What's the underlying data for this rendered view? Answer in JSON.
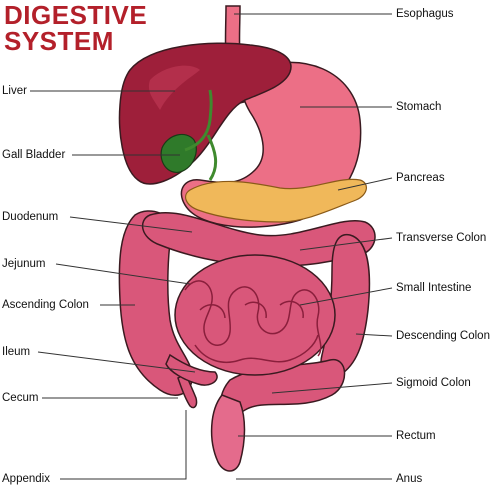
{
  "title": {
    "line1": "DIGESTIVE",
    "line2": "SYSTEM"
  },
  "labels": {
    "esophagus": "Esophagus",
    "liver": "Liver",
    "stomach": "Stomach",
    "gall_bladder": "Gall Bladder",
    "pancreas": "Pancreas",
    "duodenum": "Duodenum",
    "transverse_colon": "Transverse Colon",
    "jejunum": "Jejunum",
    "small_intestine": "Small Intestine",
    "ascending_colon": "Ascending Colon",
    "descending_colon": "Descending Colon",
    "ileum": "Ileum",
    "sigmoid_colon": "Sigmoid Colon",
    "cecum": "Cecum",
    "rectum": "Rectum",
    "appendix": "Appendix",
    "anus": "Anus"
  },
  "colors": {
    "title": "#b3202a",
    "liver": "#9e1f3a",
    "stomach": "#ec6f86",
    "pancreas": "#f0b85a",
    "gall_bladder": "#2f7a2a",
    "intestine": "#d9577a",
    "outline": "#3a1a20"
  }
}
